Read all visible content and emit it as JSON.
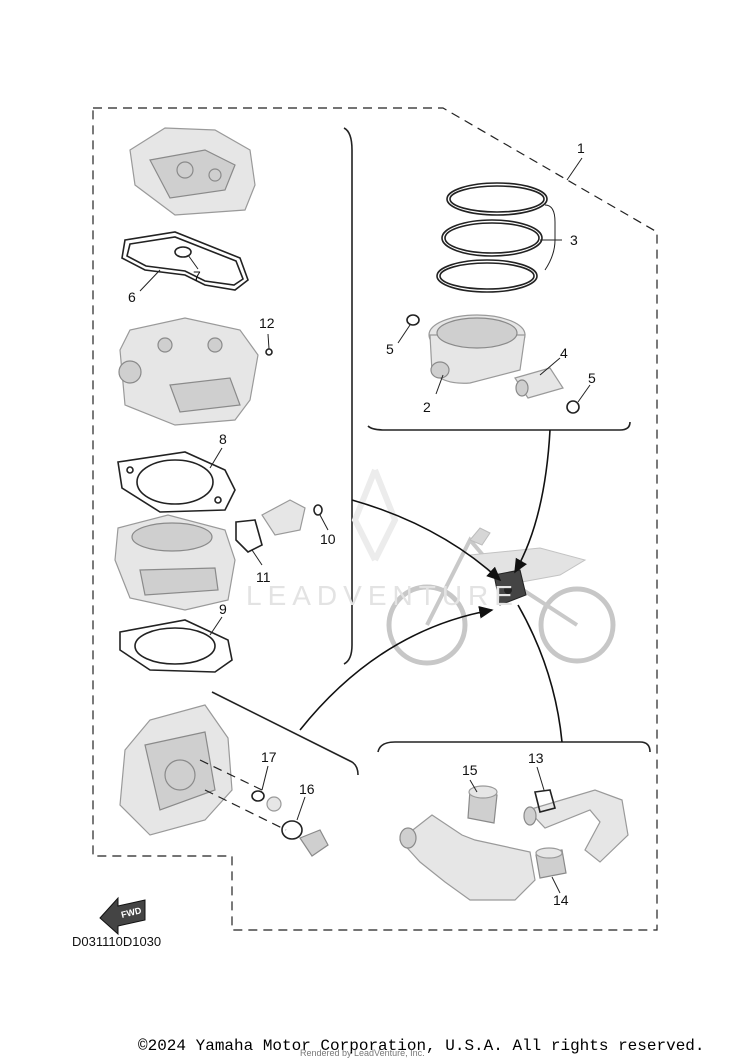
{
  "diagram": {
    "code": "D031110D1030",
    "fwd_label": "FWD",
    "watermark": "LEADVENTURE",
    "callouts": [
      "1",
      "2",
      "3",
      "4",
      "5",
      "5",
      "6",
      "7",
      "8",
      "9",
      "10",
      "11",
      "12",
      "13",
      "14",
      "15",
      "16",
      "17"
    ]
  },
  "footer": {
    "copyright": "©2024 Yamaha Motor Corporation, U.S.A. All rights reserved.",
    "rendered_by": "Rendered by LeadVenture, Inc."
  }
}
